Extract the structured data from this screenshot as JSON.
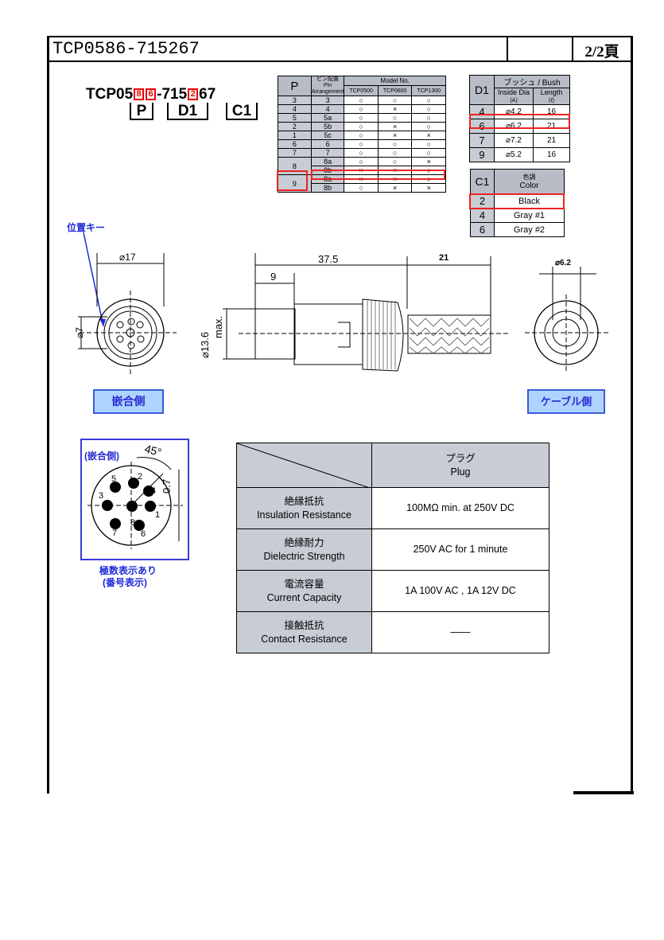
{
  "header": {
    "title": "TCP0586-715267",
    "page": "2/2頁"
  },
  "part_code": {
    "prefix": "TCP05",
    "box1": "8",
    "box2": "6",
    "middle": "-715",
    "box3": "2",
    "suffix": "67",
    "label_p": "P",
    "label_d1": "D1",
    "label_c1": "C1"
  },
  "pin_table": {
    "h_p": "P",
    "h_pin_jp": "ピン配置",
    "h_pin_en1": "Pin",
    "h_pin_en2": "Arrangement",
    "h_model": "Model No.",
    "models": [
      "TCP0500",
      "TCP0600",
      "TCP1300"
    ],
    "rows": [
      {
        "p": "3",
        "arr": "3",
        "v": [
          "○",
          "○",
          "○"
        ]
      },
      {
        "p": "4",
        "arr": "4",
        "v": [
          "○",
          "×",
          "○"
        ]
      },
      {
        "p": "5",
        "arr": "5a",
        "v": [
          "○",
          "○",
          "○"
        ]
      },
      {
        "p": "2",
        "arr": "5b",
        "v": [
          "○",
          "×",
          "○"
        ]
      },
      {
        "p": "1",
        "arr": "5c",
        "v": [
          "○",
          "×",
          "×"
        ]
      },
      {
        "p": "6",
        "arr": "6",
        "v": [
          "○",
          "○",
          "○"
        ]
      },
      {
        "p": "7",
        "arr": "7",
        "v": [
          "○",
          "○",
          "○"
        ]
      },
      {
        "p": "8",
        "arr": "8a",
        "v": [
          "○",
          "○",
          "×"
        ]
      },
      {
        "p": "",
        "arr": "8b",
        "v": [
          "×",
          "×",
          "○"
        ]
      },
      {
        "p": "9",
        "arr": "8a",
        "v": [
          "×",
          "×",
          "○"
        ]
      },
      {
        "p": "",
        "arr": "8b",
        "v": [
          "○",
          "×",
          "×"
        ]
      }
    ]
  },
  "bush_table": {
    "h_d": "D1",
    "h_bush": "ブッシュ / Bush",
    "h_dia": "Inside Dia",
    "h_dia_sub": "(A)",
    "h_len": "Length",
    "h_len_sub": "(ℓ)",
    "rows": [
      {
        "d": "4",
        "dia": "⌀4.2",
        "len": "16"
      },
      {
        "d": "6",
        "dia": "⌀6.2",
        "len": "21"
      },
      {
        "d": "7",
        "dia": "⌀7.2",
        "len": "21"
      },
      {
        "d": "9",
        "dia": "⌀5.2",
        "len": "16"
      }
    ]
  },
  "color_table": {
    "h_c": "C1",
    "h_color_jp": "色調",
    "h_color_en": "Color",
    "rows": [
      {
        "c": "2",
        "color": "Black"
      },
      {
        "c": "4",
        "color": "Gray #1"
      },
      {
        "c": "6",
        "color": "Gray #2"
      }
    ]
  },
  "drawing": {
    "key_label": "位置キー",
    "dim_17": "⌀17",
    "dim_7": "⌀7",
    "dim_375": "37.5",
    "dim_9": "9",
    "dim_21": "21",
    "dim_136": "⌀13.6",
    "dim_max": "max.",
    "dim_62": "⌀6.2",
    "label_mating": "嵌合側",
    "label_cable": "ケーブル側"
  },
  "pin_diagram": {
    "caption": "(嵌合側)",
    "angle": "45°",
    "dim": "0.7",
    "pins": [
      "1",
      "2",
      "3",
      "4",
      "5",
      "6",
      "7",
      "8"
    ],
    "note1": "極数表示あり",
    "note2": "(番号表示)"
  },
  "specs": {
    "header_jp": "プラグ",
    "header_en": "Plug",
    "rows": [
      {
        "jp": "絶縁抵抗",
        "en": "Insulation Resistance",
        "val": "100MΩ min. at 250V DC"
      },
      {
        "jp": "絶縁耐力",
        "en": "Dielectric Strength",
        "val": "250V AC for 1 minute"
      },
      {
        "jp": "電流容量",
        "en": "Current Capacity",
        "val": "1A 100V AC , 1A 12V DC"
      },
      {
        "jp": "接触抵抗",
        "en": "Contact Resistance",
        "val": "——"
      }
    ]
  }
}
